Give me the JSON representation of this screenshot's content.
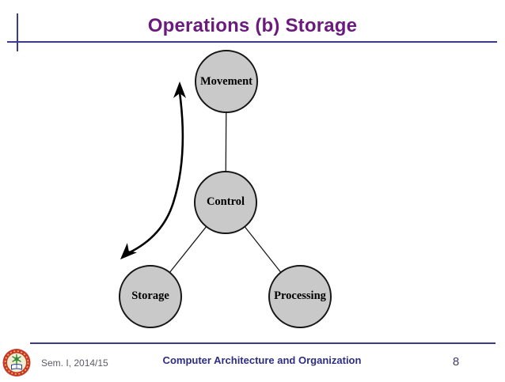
{
  "slide": {
    "title": "Operations (b) Storage"
  },
  "diagram": {
    "nodes": [
      {
        "id": "movement",
        "label": "Movement"
      },
      {
        "id": "control",
        "label": "Control"
      },
      {
        "id": "storage",
        "label": "Storage"
      },
      {
        "id": "processing",
        "label": "Processing"
      }
    ],
    "edges": [
      {
        "from": "movement",
        "to": "control"
      },
      {
        "from": "control",
        "to": "storage"
      },
      {
        "from": "control",
        "to": "processing"
      }
    ],
    "arrow": {
      "type": "double-headed-curve",
      "between": [
        "movement",
        "storage"
      ]
    }
  },
  "footer": {
    "term": "Sem. I, 2014/15",
    "course": "Computer Architecture and Organization",
    "page": "8"
  },
  "colors": {
    "title": "#6a1b7d",
    "rule": "#3b3b8e",
    "node_fill": "#c9c9c9",
    "node_stroke": "#161616",
    "footer_course": "#2d2d82",
    "footer_term": "#5c5c66",
    "page_number": "#40406a",
    "logo_ring": "#c8372d"
  },
  "icons": {
    "logo": "university-seal"
  }
}
